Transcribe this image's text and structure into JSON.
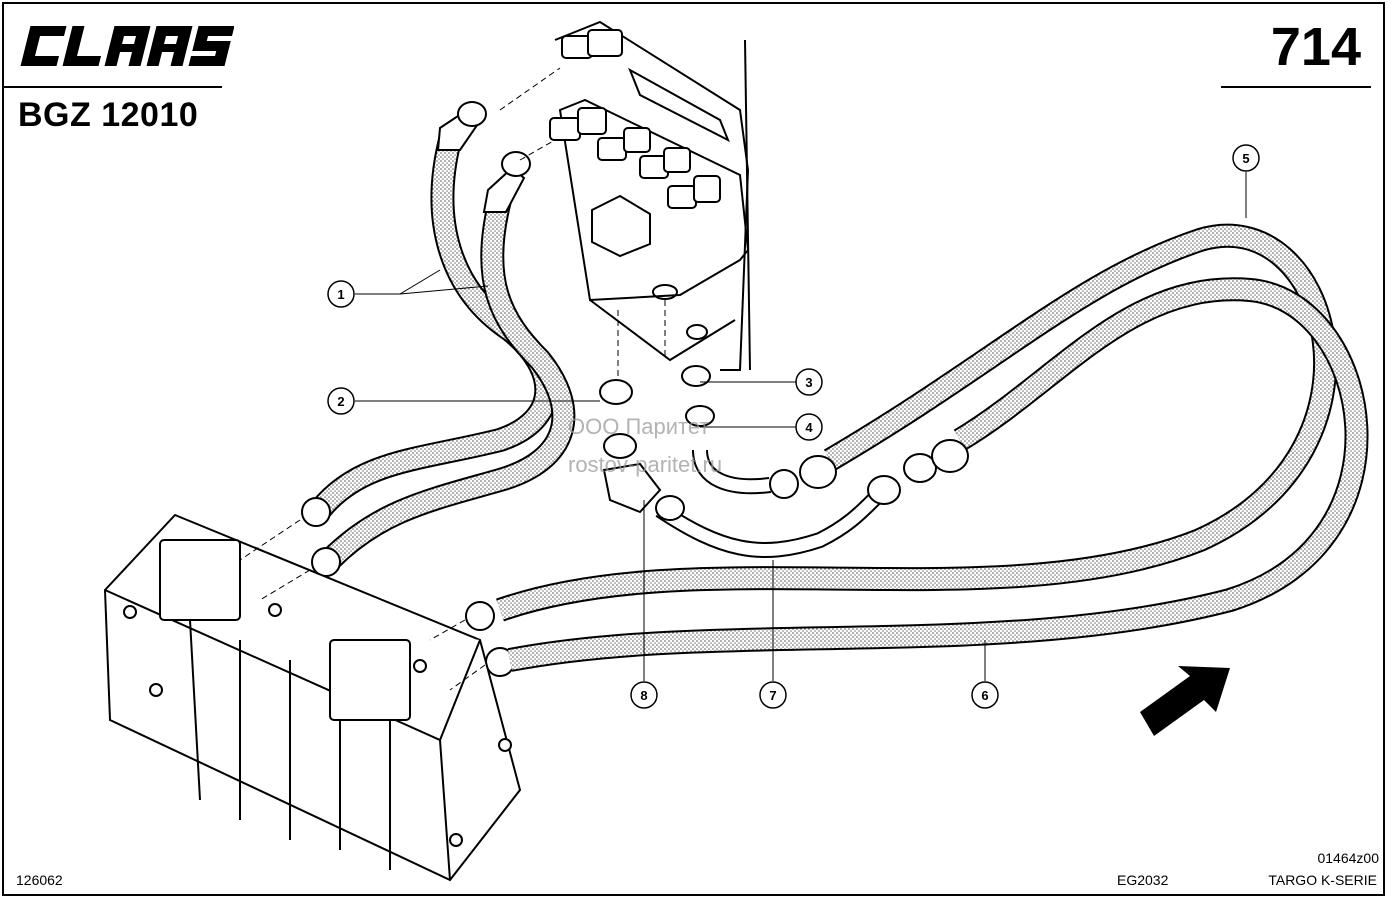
{
  "header": {
    "brand": "CLAAS",
    "model_code": "BGZ 12010",
    "page_number": "714"
  },
  "watermark": {
    "line1": "ООО Паритет",
    "line2": "rostov-paritet.ru"
  },
  "footer": {
    "drawing_no": "126062",
    "group_code": "EG2032",
    "series": "TARGO K-SERIE",
    "image_code": "01464z00"
  },
  "callouts": [
    {
      "label": "1"
    },
    {
      "label": "2"
    },
    {
      "label": "3"
    },
    {
      "label": "4"
    },
    {
      "label": "5"
    },
    {
      "label": "6"
    },
    {
      "label": "7"
    },
    {
      "label": "8"
    }
  ]
}
